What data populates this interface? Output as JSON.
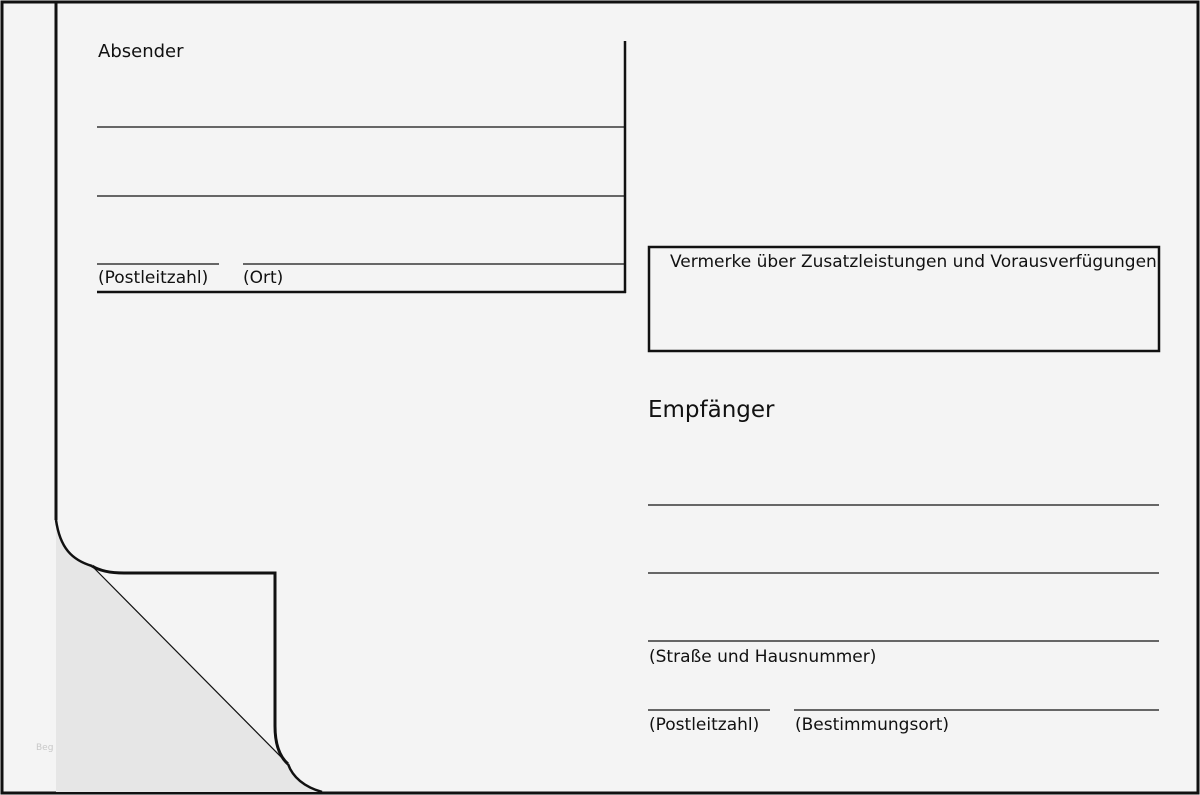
{
  "form": {
    "sender_heading": "Absender",
    "sender_postcode_label": "(Postleitzahl)",
    "sender_city_label": "(Ort)",
    "notes_box_label": "Vermerke über Zusatzleistungen und Vorausverfügungen",
    "recipient_heading": "Empfänger",
    "recipient_street_label": "(Straße und Hausnummer)",
    "recipient_postcode_label": "(Postleitzahl)",
    "recipient_destination_label": "(Bestimmungsort)"
  },
  "watermark": "Beg",
  "colors": {
    "paper": "#f4f4f4",
    "ink": "#111111",
    "corner_fold": "#e6e6e6"
  }
}
